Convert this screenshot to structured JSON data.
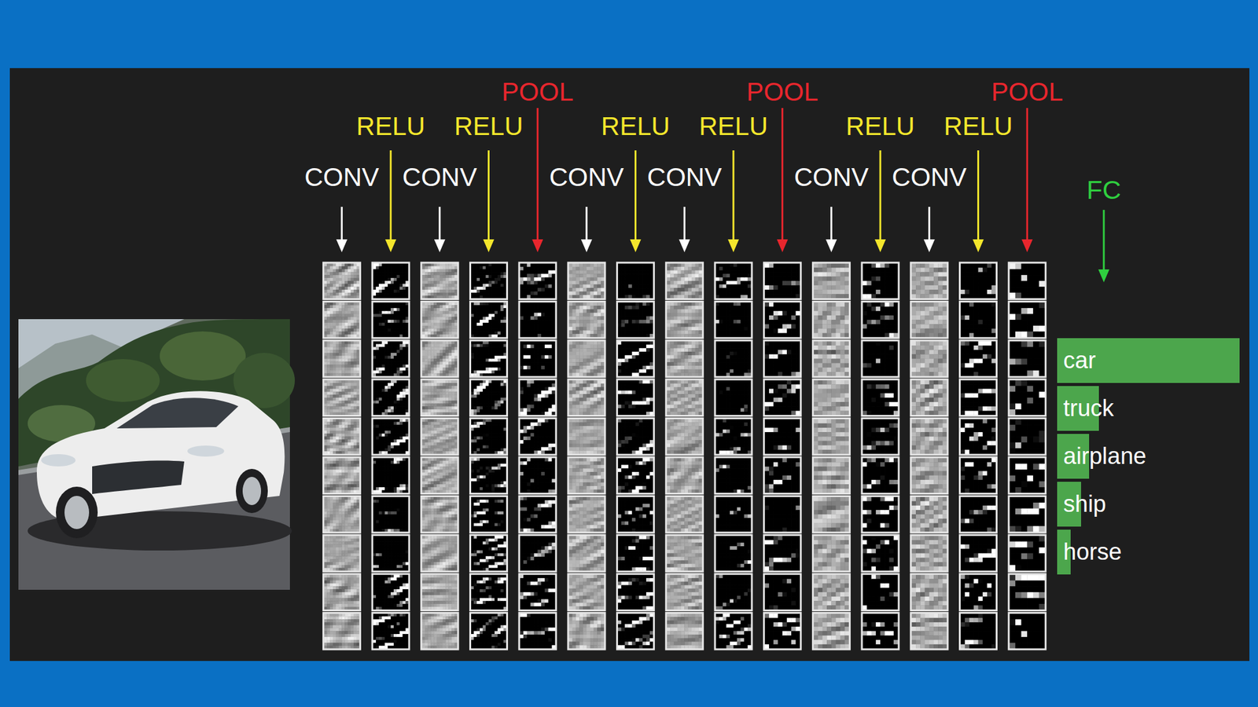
{
  "diagram": {
    "nodes": [
      {
        "text": [
          "car"
        ]
      },
      {
        "text": [
          "truck"
        ]
      },
      {
        "text": [
          "airplane"
        ]
      },
      {
        "text": [
          "ship"
        ]
      },
      {
        "text": [
          "horse"
        ]
      }
    ],
    "labels": [
      "CONV",
      "RELU",
      "CONV",
      "RELU",
      "POOL",
      "CONV",
      "RELU",
      "CONV",
      "RELU",
      "POOL",
      "CONV",
      "RELU",
      "CONV",
      "RELU",
      "POOL",
      "FC"
    ]
  }
}
